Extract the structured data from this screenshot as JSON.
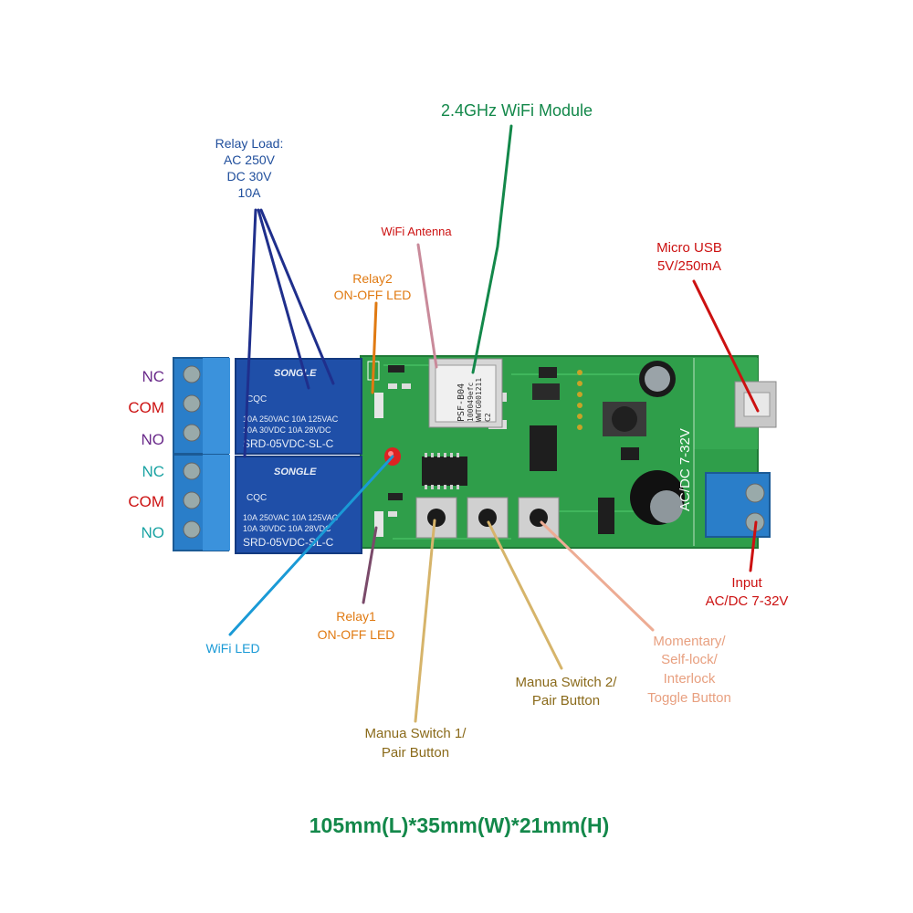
{
  "colors": {
    "blue": "#1f4e9c",
    "purple": "#6a2a8a",
    "red": "#cc1111",
    "teal": "#1aa3a3",
    "green": "#13884a",
    "orange": "#e07a12",
    "gold": "#8a6a1a",
    "salmon": "#e8a080",
    "cyan": "#1a9ad6",
    "brown": "#7a4a3a",
    "pcb": "#2f9e4a"
  },
  "labels": {
    "relay_load": [
      "Relay Load:",
      "AC 250V",
      "DC 30V",
      "10A"
    ],
    "wifi_module": "2.4GHz WiFi Module",
    "wifi_antenna": "WiFi Antenna",
    "relay2_led": [
      "Relay2",
      "ON-OFF LED"
    ],
    "micro_usb": [
      "Micro USB",
      "5V/250mA"
    ],
    "input": [
      "Input",
      "AC/DC 7-32V"
    ],
    "wifi_led": "WiFi LED",
    "relay1_led": [
      "Relay1",
      "ON-OFF LED"
    ],
    "switch1": [
      "Manua Switch 1/",
      "Pair Button"
    ],
    "switch2": [
      "Manua Switch 2/",
      "Pair Button"
    ],
    "toggle": [
      "Momentary/",
      "Self-lock/",
      "Interlock",
      "Toggle Button"
    ],
    "dimensions": "105mm(L)*35mm(W)*21mm(H)"
  },
  "terminals": {
    "upper": [
      "NC",
      "COM",
      "NO"
    ],
    "lower": [
      "NC",
      "COM",
      "NO"
    ]
  },
  "board": {
    "relay_brand": "SONGLE",
    "relay_cert": "CQC",
    "relay_rating_line1": "10A 250VAC  10A 125VAC",
    "relay_rating_line2": "10A 30VDC   10A 28VDC",
    "relay_model": "SRD-05VDC-SL-C",
    "module_line1": "PSF-B04",
    "module_line2": "100049efc",
    "module_line3": "WWTG001211",
    "module_line4": "C2",
    "silk_voltage": "AC/DC 7-32V"
  }
}
